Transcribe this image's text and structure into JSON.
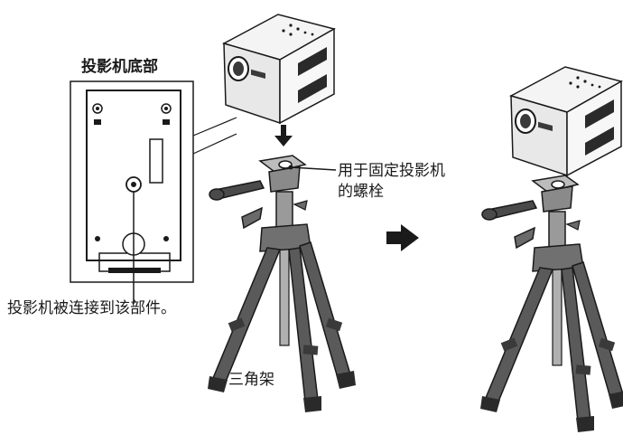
{
  "labels": {
    "projector_bottom": "投影机底部",
    "screw_line1": "用于固定投影机",
    "screw_line2": "的螺栓",
    "connect_note": "投影机被连接到该部件。",
    "tripod": "三角架"
  },
  "icons": [
    "projector-icon",
    "tripod-icon",
    "down-arrow-icon",
    "right-arrow-icon"
  ],
  "colors": {
    "line": "#1a1a1a",
    "tripod_leg": "#5a5a5a",
    "projector_body": "#f2f2f2",
    "grille": "#2a2a2a"
  }
}
